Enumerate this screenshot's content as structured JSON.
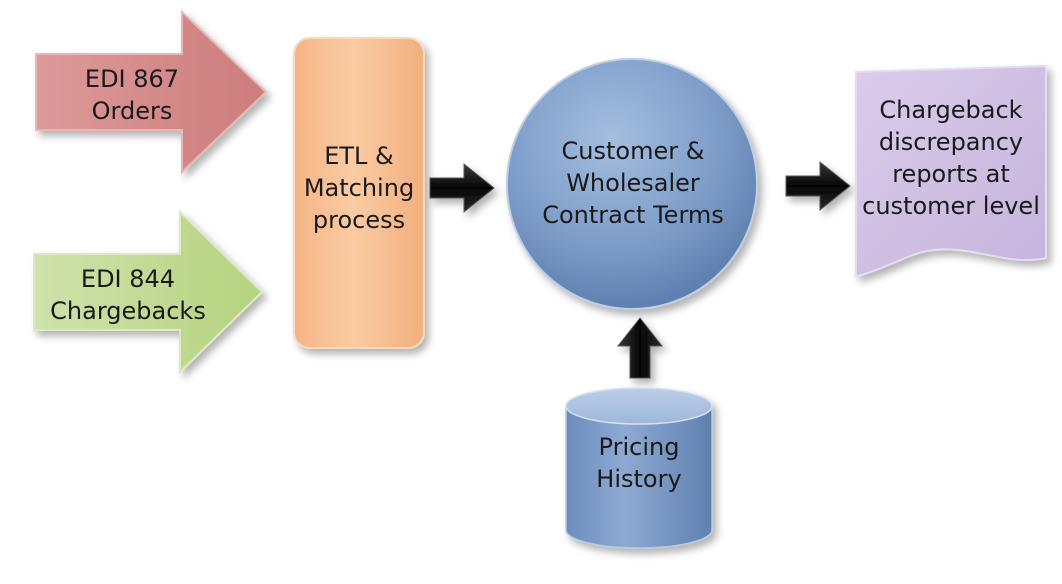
{
  "diagram": {
    "nodes": {
      "edi867": {
        "lines": [
          "EDI 867",
          "Orders"
        ],
        "color": "#d98c8c"
      },
      "edi844": {
        "lines": [
          "EDI 844",
          "Chargebacks"
        ],
        "color": "#c4dc98"
      },
      "etl": {
        "lines": [
          "ETL &",
          "Matching",
          "process"
        ],
        "color": "#f8c094"
      },
      "contract_terms": {
        "lines": [
          "Customer &",
          "Wholesaler",
          "Contract Terms"
        ],
        "color": "#7c9cc8"
      },
      "report": {
        "lines": [
          "Chargeback",
          "discrepancy",
          "reports at",
          "customer level"
        ],
        "color": "#cfc0e2"
      },
      "pricing_history": {
        "lines": [
          "Pricing",
          "History"
        ],
        "color": "#7c9cc8"
      }
    },
    "connector_color": "#111111"
  }
}
